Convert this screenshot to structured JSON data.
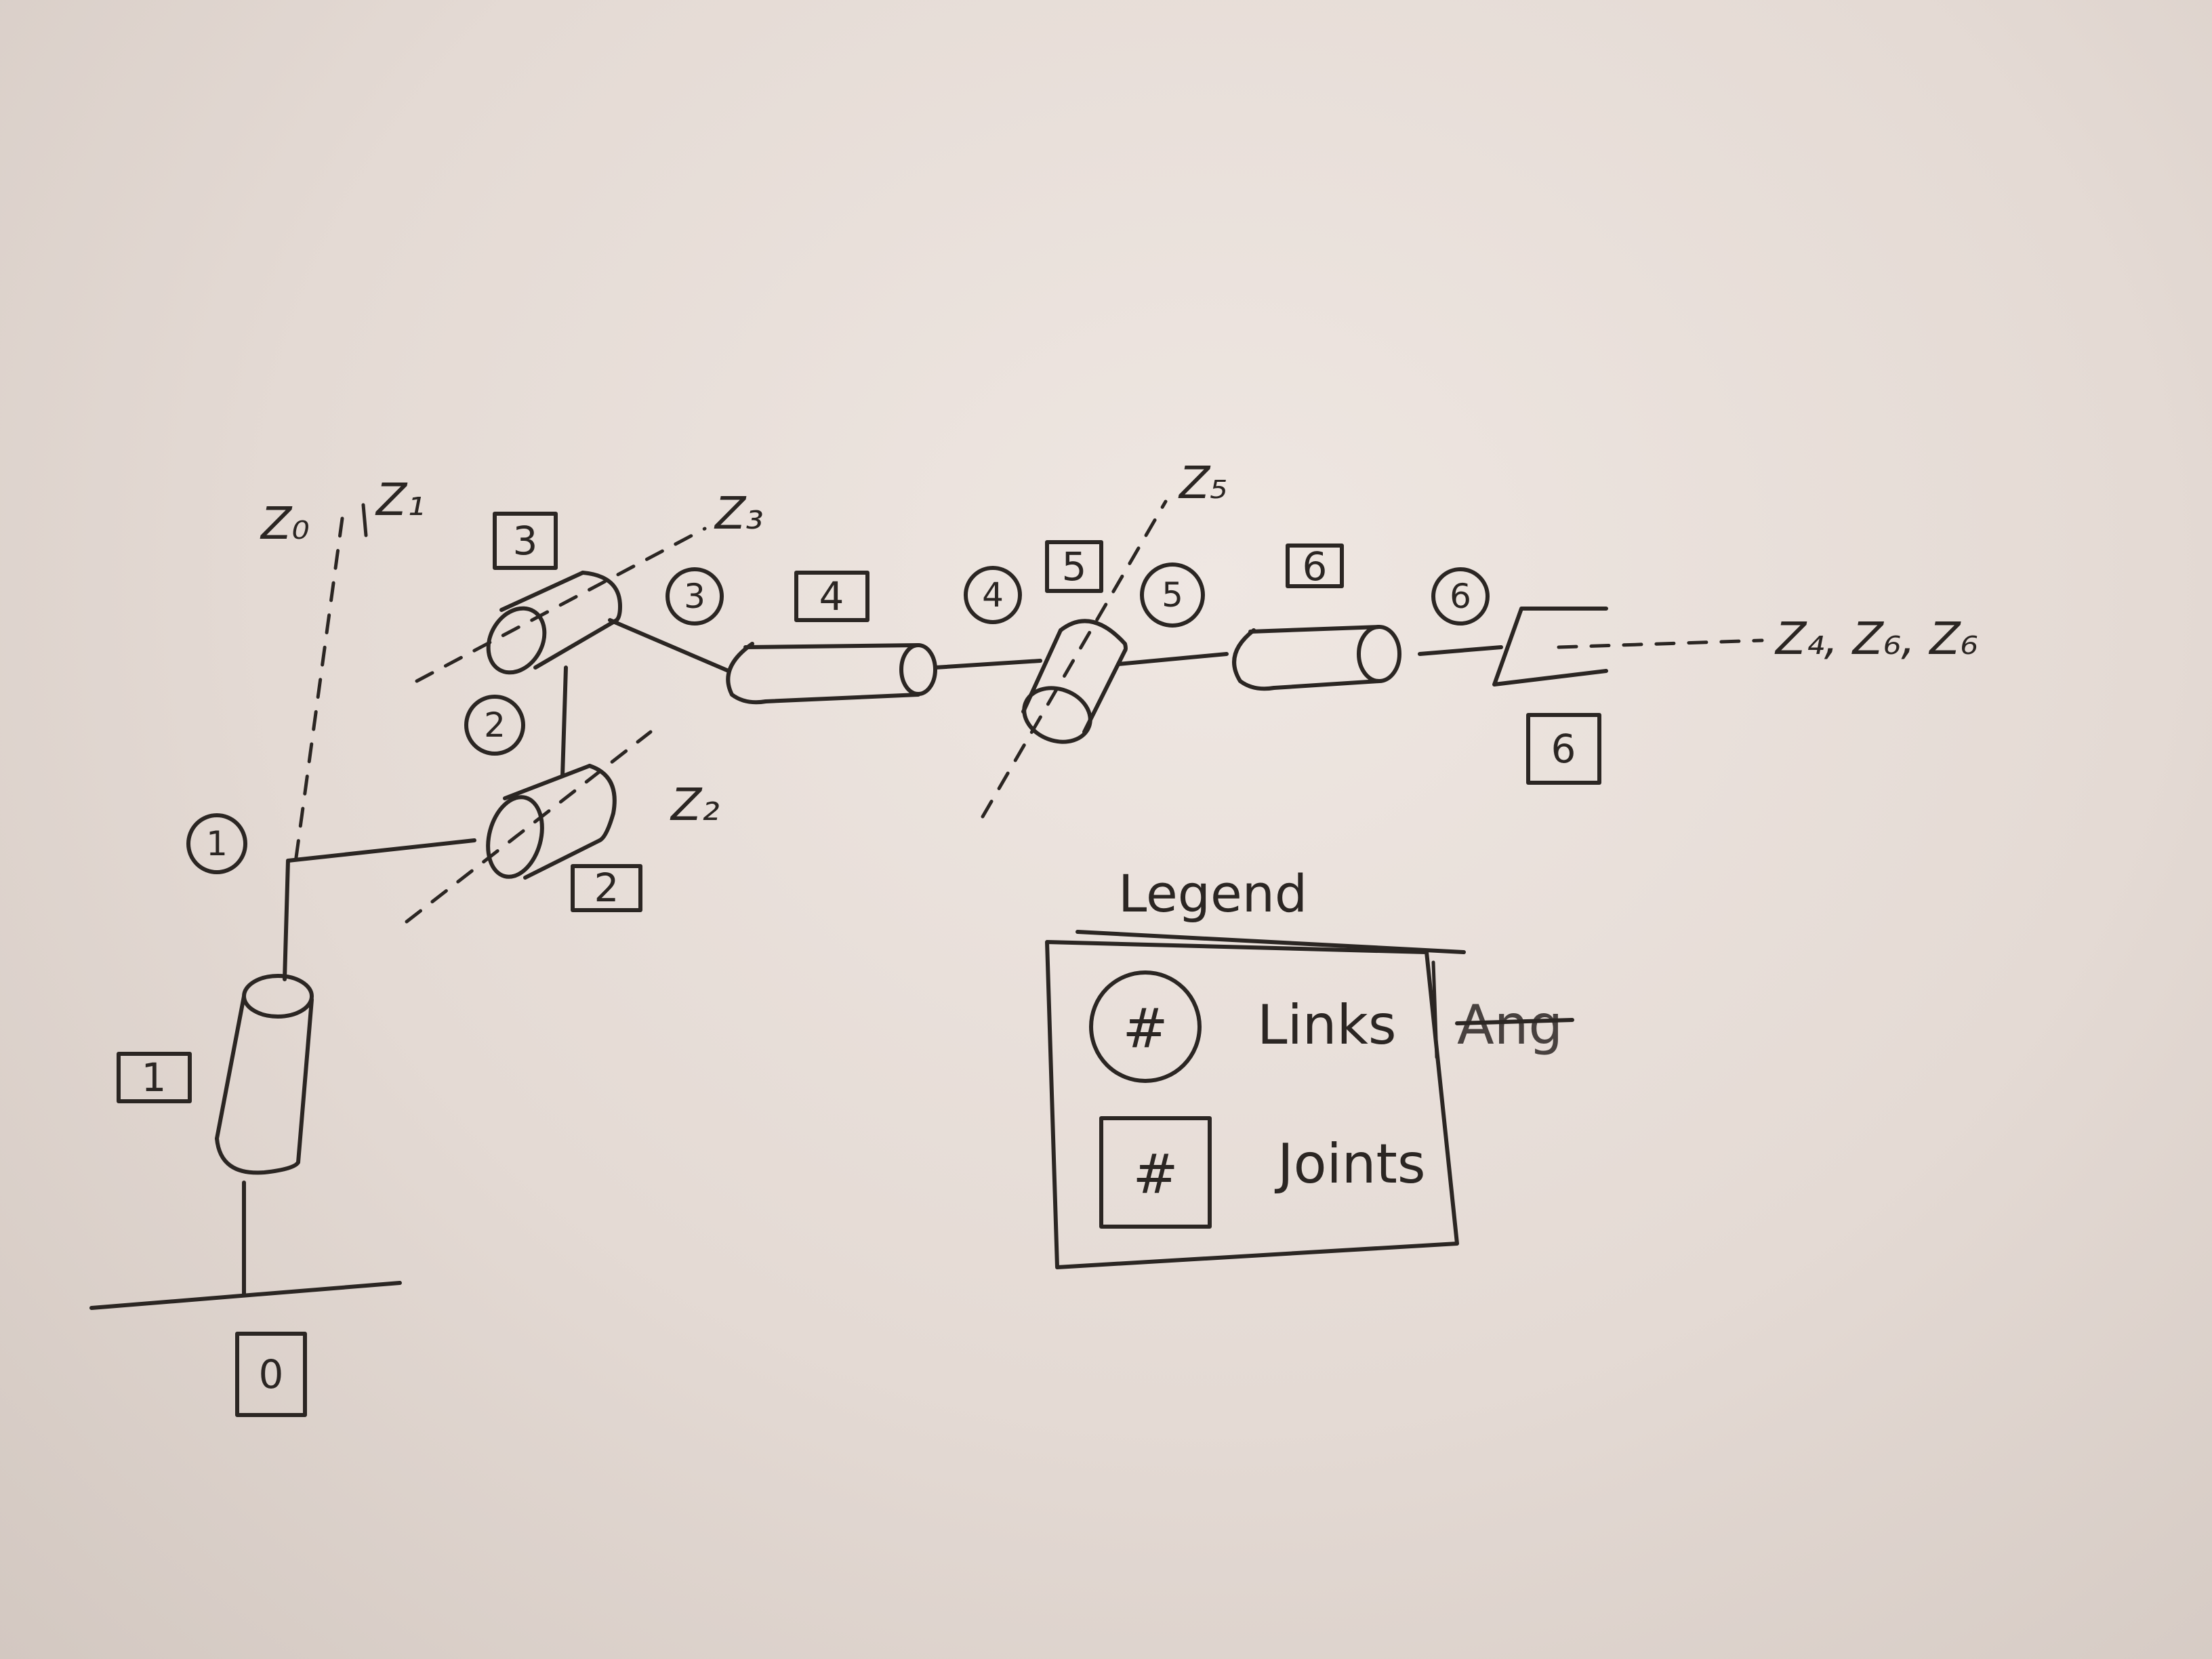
{
  "axes": {
    "z0": "Z₀",
    "z1": "Z₁",
    "z2": "Z₂",
    "z3": "Z₃",
    "z5": "Z₅",
    "z_end": "Z₄, Z₆, Z₆"
  },
  "joints": [
    "0",
    "1",
    "2",
    "3",
    "4",
    "5",
    "6",
    "6"
  ],
  "links": [
    "1",
    "2",
    "3",
    "4",
    "5",
    "6"
  ],
  "legend": {
    "title": "Legend",
    "links_symbol": "#",
    "links_label": "Links",
    "links_struck": "Ang",
    "joints_symbol": "#",
    "joints_label": "Joints"
  }
}
